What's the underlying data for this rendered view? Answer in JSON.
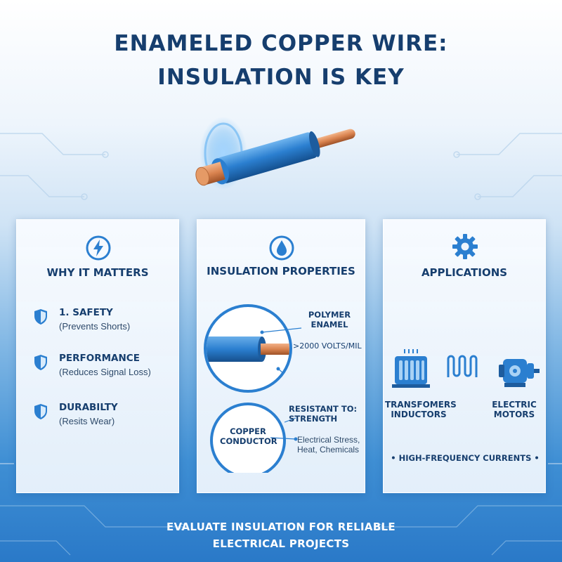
{
  "title": {
    "line1": "ENAMELED COPPER WIRE:",
    "line2": "INSULATION IS KEY"
  },
  "colors": {
    "navy": "#163e6e",
    "blue": "#2b7fd0",
    "copper": "#d9834f"
  },
  "why": {
    "icon": "lightning-icon",
    "heading": "WHY IT MATTERS",
    "items": [
      {
        "icon": "shield-icon",
        "title": "1. SAFETY",
        "sub": "(Prevents Shorts)"
      },
      {
        "icon": "shield-icon",
        "title": "PERFORMANCE",
        "sub": "(Reduces Signal Loss)"
      },
      {
        "icon": "shield-icon",
        "title": "DURABILTY",
        "sub": "(Resits Wear)"
      }
    ]
  },
  "properties": {
    "icon": "water-drop-icon",
    "heading": "INSULATION PROPERTIES",
    "enamel_line1": "POLYMER",
    "enamel_line2": "ENAMEL",
    "voltage": ">2000 VOLTS/MIL",
    "conductor_line1": "COPPER",
    "conductor_line2": "CONDUCTOR",
    "resistant_line1": "RESISTANT TO:",
    "resistant_line2": "STRENGTH",
    "stress_line1": "Electrical Stress,",
    "stress_line2": "Heat, Chemicals"
  },
  "applications": {
    "icon": "gear-icon",
    "heading": "APPLICATIONS",
    "transformers_line1": "TRANSFOMERS",
    "transformers_line2": "INDUCTORS",
    "motors_line1": "ELECTRIC",
    "motors_line2": "MOTORS",
    "high_freq": "• HIGH-FREQUENCY CURRENTS •"
  },
  "footer": {
    "line1": "EVALUATE INSULATION FOR RELIABLE",
    "line2": "ELECTRICAL PROJECTS"
  }
}
